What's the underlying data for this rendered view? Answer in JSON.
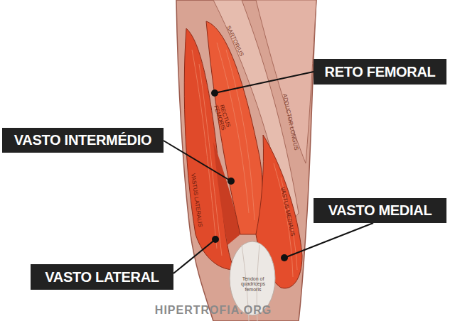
{
  "diagram": {
    "nodes": [
      {
        "text": [
          "RETO FEMORAL"
        ]
      },
      {
        "text": [
          "VASTO INTERMÉDIO"
        ]
      },
      {
        "text": [
          "VASTO MEDIAL"
        ]
      },
      {
        "text": [
          "VASTO LATERAL"
        ]
      }
    ],
    "labels": [
      "SARTORIUS",
      "ADDUCTOR LONGUS",
      "RECTUS FEMORIS",
      "VASTUS LATERALIS",
      "VASTUS MEDIALIS",
      "Tendon of quadriceps femoris",
      "HIPERTROFIA.ORG"
    ]
  }
}
